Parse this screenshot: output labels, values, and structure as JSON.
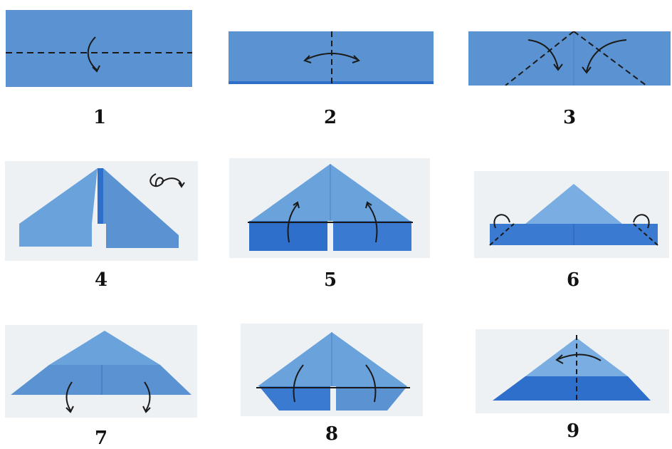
{
  "steps": [
    {
      "number": "1",
      "action": "fold in half along horizontal dashed line"
    },
    {
      "number": "2",
      "action": "fold in half along vertical dashed line and unfold"
    },
    {
      "number": "3",
      "action": "fold top corners down along diagonal dashed lines"
    },
    {
      "number": "4",
      "action": "turn paper over"
    },
    {
      "number": "5",
      "action": "fold bottom flaps up"
    },
    {
      "number": "6",
      "action": "fold outer corners backward"
    },
    {
      "number": "7",
      "action": "fold bottom flaps down"
    },
    {
      "number": "8",
      "action": "fold flaps up"
    },
    {
      "number": "9",
      "action": "fold in half along vertical dashed line"
    }
  ],
  "colors": {
    "paper": "#5b93d2",
    "paper_light": "#6aa2dc",
    "paper_dark": "#2e6fcc",
    "photo_bg": "#eef1f4",
    "line": "#1a1a1a"
  }
}
